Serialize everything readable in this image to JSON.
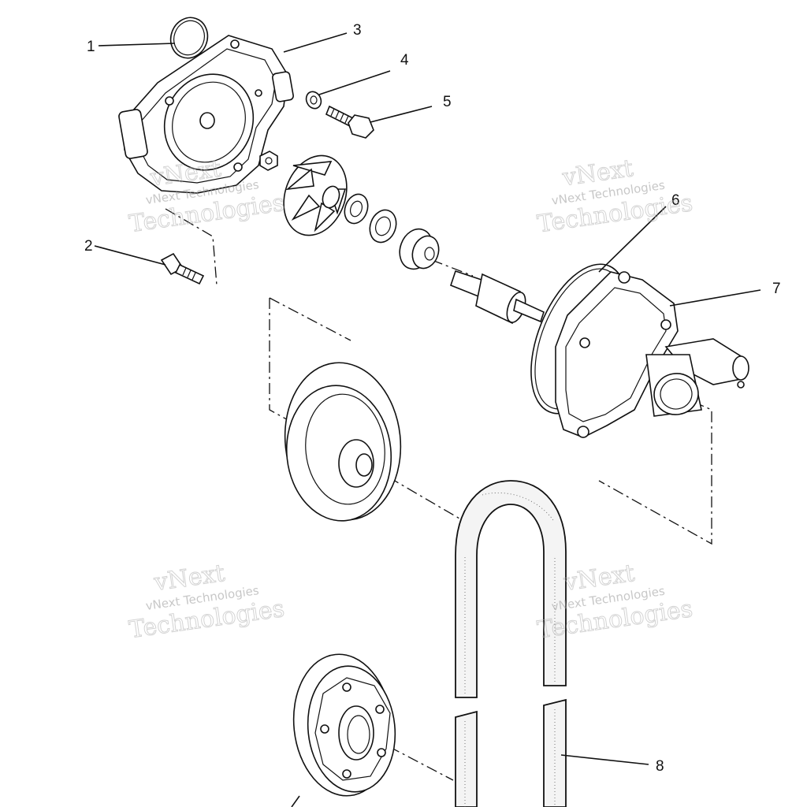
{
  "callouts": [
    {
      "id": "1",
      "label": "1"
    },
    {
      "id": "2",
      "label": "2"
    },
    {
      "id": "3",
      "label": "3"
    },
    {
      "id": "4",
      "label": "4"
    },
    {
      "id": "5",
      "label": "5"
    },
    {
      "id": "6",
      "label": "6"
    },
    {
      "id": "7",
      "label": "7"
    },
    {
      "id": "8",
      "label": "8"
    }
  ],
  "watermarks": [
    {
      "line1": "vNext Technologies",
      "line2": "vNext",
      "line3": "Technologies"
    },
    {
      "line1": "vNext Technologies",
      "line2": "vNext",
      "line3": "Technologies"
    },
    {
      "line1": "vNext Technologies",
      "line2": "vNext",
      "line3": "Technologies"
    },
    {
      "line1": "vNext Technologies",
      "line2": "vNext",
      "line3": "Technologies"
    }
  ]
}
